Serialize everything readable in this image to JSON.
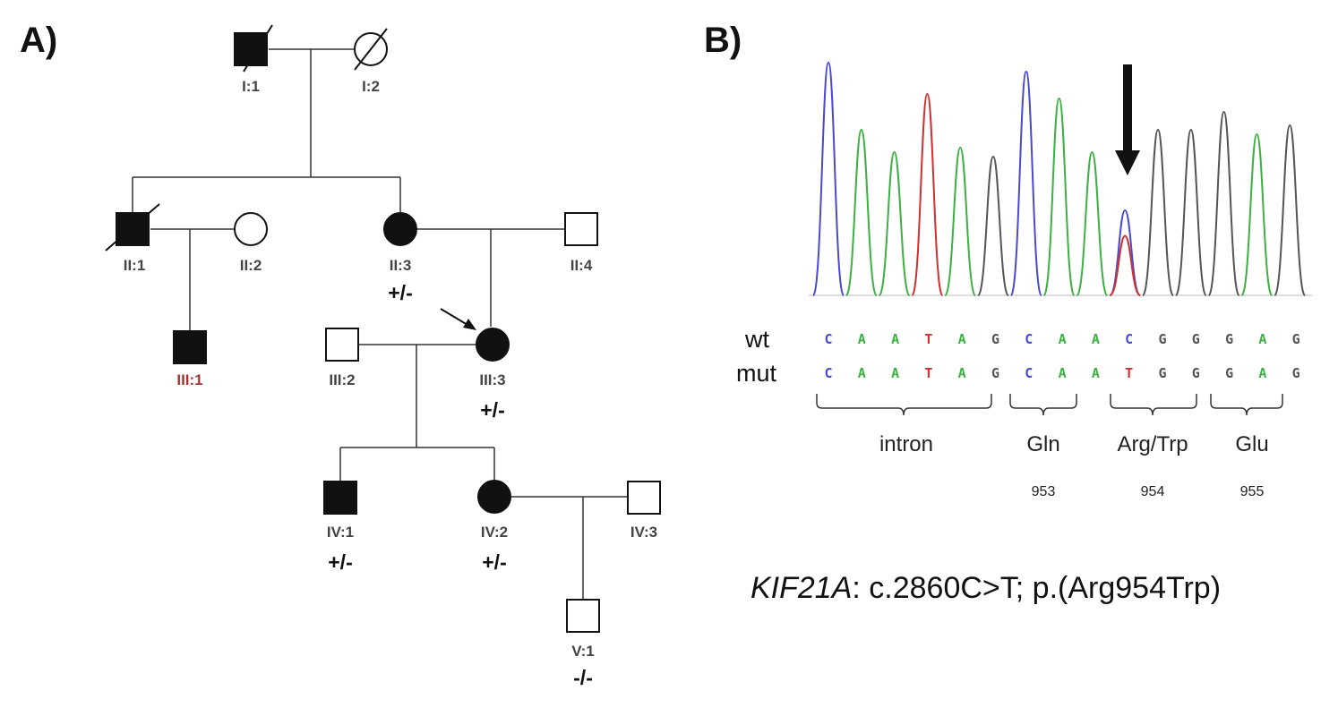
{
  "panels": {
    "a_label": "A)",
    "b_label": "B)"
  },
  "pedigree": {
    "individuals": {
      "I1": {
        "label": "I:1",
        "genotype": ""
      },
      "I2": {
        "label": "I:2",
        "genotype": ""
      },
      "II1": {
        "label": "II:1",
        "genotype": ""
      },
      "II2": {
        "label": "II:2",
        "genotype": ""
      },
      "II3": {
        "label": "II:3",
        "genotype": "+/-"
      },
      "II4": {
        "label": "II:4",
        "genotype": ""
      },
      "III1": {
        "label": "III:1",
        "genotype": ""
      },
      "III2": {
        "label": "III:2",
        "genotype": ""
      },
      "III3": {
        "label": "III:3",
        "genotype": "+/-"
      },
      "IV1": {
        "label": "IV:1",
        "genotype": "+/-"
      },
      "IV2": {
        "label": "IV:2",
        "genotype": "+/-"
      },
      "IV3": {
        "label": "IV:3",
        "genotype": ""
      },
      "V1": {
        "label": "V:1",
        "genotype": "-/-"
      }
    }
  },
  "sequence": {
    "wt_label": "wt",
    "mut_label": "mut",
    "wt": [
      "C",
      "A",
      "A",
      "T",
      "A",
      "G",
      "C",
      "A",
      "A",
      "C",
      "G",
      "G",
      "G",
      "A",
      "G"
    ],
    "mut": [
      "C",
      "A",
      "A",
      "T",
      "A",
      "G",
      "C",
      "A",
      "A",
      "T",
      "G",
      "G",
      "G",
      "A",
      "G"
    ],
    "base_colors": {
      "A": "#3cb043",
      "C": "#4a4ad0",
      "G": "#555555",
      "T": "#d03030"
    },
    "regions": [
      {
        "label": "intron",
        "number": ""
      },
      {
        "label": "Gln",
        "number": "953"
      },
      {
        "label": "Arg/Trp",
        "number": "954"
      },
      {
        "label": "Glu",
        "number": "955"
      }
    ]
  },
  "mutation": {
    "gene": "KIF21A",
    "description": ": c.2860C>T; p.(Arg954Trp)"
  }
}
